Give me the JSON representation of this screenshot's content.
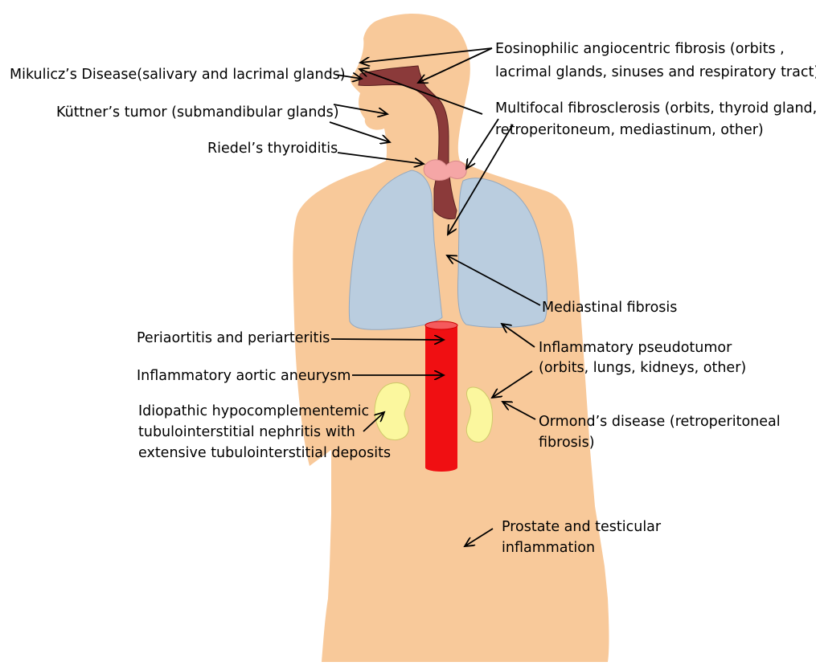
{
  "colors": {
    "body": "#F8C99A",
    "airway": "#8B3A3A",
    "thyroid": "#F5A6A6",
    "lung": "#BACDDF",
    "aorta": "#F00F12",
    "kidney": "#FBF79E",
    "arrow": "#000000"
  },
  "labels": {
    "eosinophilic_1": "Eosinophilic angiocentric fibrosis (orbits ,",
    "eosinophilic_2": "lacrimal glands, sinuses and respiratory tract)",
    "mikulicz": "Mikulicz’s Disease(salivary and lacrimal glands)",
    "kuttner": "Küttner’s tumor (submandibular glands)",
    "multifocal_1": "Multifocal fibrosclerosis (orbits, thyroid gland,",
    "multifocal_2": "retroperitoneum, mediastinum, other)",
    "riedel": "Riedel’s thyroiditis",
    "mediastinal": "Mediastinal fibrosis",
    "periaortitis": "Periaortitis and periarteritis",
    "pseudotumor_1": "Inflammatory pseudotumor",
    "pseudotumor_2": "(orbits, lungs, kidneys, other)",
    "aortic_aneurysm": "Inflammatory aortic aneurysm",
    "nephritis_1": "Idiopathic hypocomplementemic",
    "nephritis_2": "tubulointerstitial nephritis with",
    "nephritis_3": "extensive tubulointerstitial deposits",
    "ormond_1": "Ormond’s disease (retroperitoneal",
    "ormond_2": "fibrosis)",
    "prostate_1": "Prostate and testicular",
    "prostate_2": "inflammation"
  }
}
